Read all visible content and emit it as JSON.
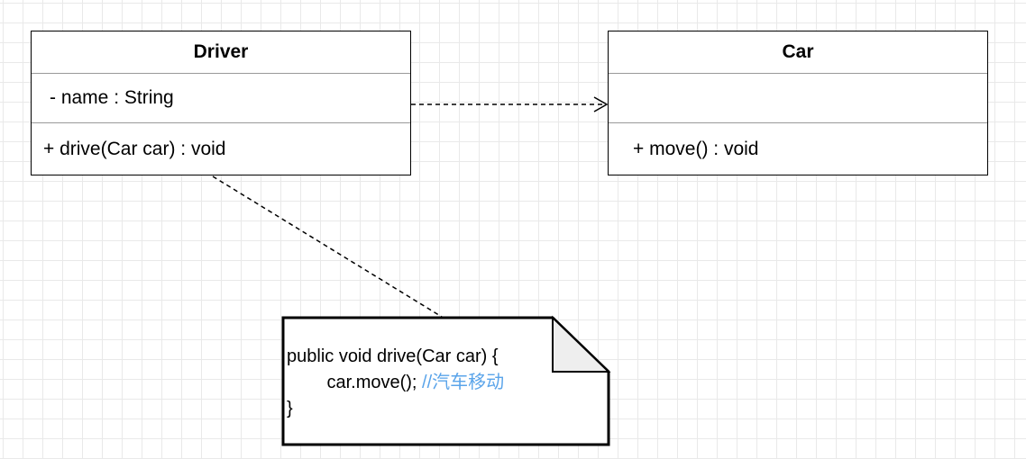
{
  "diagram": {
    "driver": {
      "name": "Driver",
      "attribute": "- name : String",
      "operation": "+ drive(Car car) : void"
    },
    "car": {
      "name": "Car",
      "attribute": "",
      "operation": "+ move() : void"
    },
    "note": {
      "line1": "public void drive(Car car) {",
      "line2_code": "car.move(); ",
      "line2_comment": "//汽车移动",
      "line3": "}"
    }
  },
  "colors": {
    "comment": "#5aa4ea",
    "grid": "#e9e9e9",
    "note_fold": "#eeeeee"
  }
}
